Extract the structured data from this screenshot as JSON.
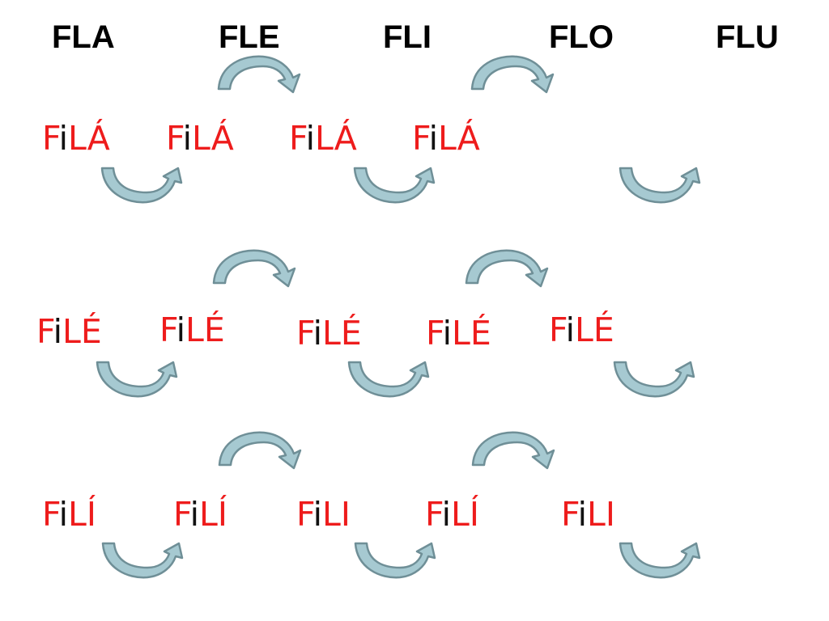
{
  "headers": [
    "FLA",
    "FLE",
    "FLI",
    "FLO",
    "FLU"
  ],
  "rows": [
    [
      {
        "f": "F",
        "i": "i",
        "l": "LÁ"
      },
      {
        "f": "F",
        "i": "i",
        "l": "LÁ"
      },
      {
        "f": "F",
        "i": "i",
        "l": "LÁ"
      },
      {
        "f": "F",
        "i": "i",
        "l": "LÁ"
      }
    ],
    [
      {
        "f": "F",
        "i": "i",
        "l": "LÉ"
      },
      {
        "f": "F",
        "i": "i",
        "l": "LÉ"
      },
      {
        "f": "F",
        "i": "i",
        "l": "LÉ"
      },
      {
        "f": "F",
        "i": "i",
        "l": "LÉ"
      },
      {
        "f": "F",
        "i": "i",
        "l": "LÉ"
      }
    ],
    [
      {
        "f": "F",
        "i": "i",
        "l": "LÍ"
      },
      {
        "f": "F",
        "i": "i",
        "l": "LÍ"
      },
      {
        "f": "F",
        "i": "i",
        "l": "LI"
      },
      {
        "f": "F",
        "i": "i",
        "l": "LÍ"
      },
      {
        "f": "F",
        "i": "i",
        "l": "LI"
      }
    ]
  ],
  "colors": {
    "syllable": "#ee1c1c",
    "vowel_i": "#111111",
    "header": "#000000",
    "arrow_fill": "#a6c9d1",
    "arrow_stroke": "#6f8f97"
  },
  "icons": {
    "arc_arrow": "curved-arrow-icon"
  }
}
